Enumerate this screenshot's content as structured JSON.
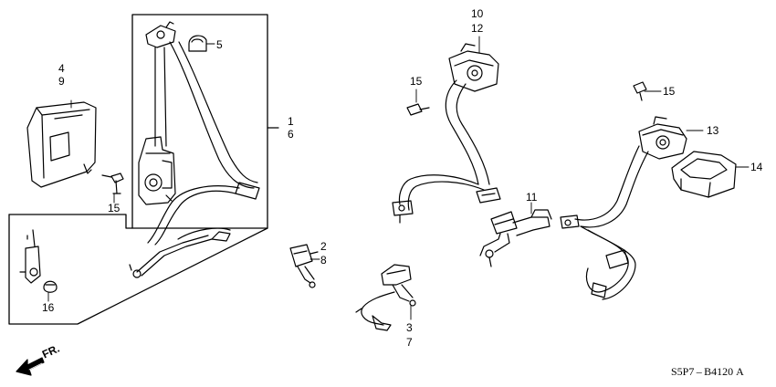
{
  "diagram_code": "S5P7 – B4120 A",
  "direction_label": "FR.",
  "callouts": [
    {
      "id": "c1",
      "text": "1"
    },
    {
      "id": "c6",
      "text": "6"
    },
    {
      "id": "c4",
      "text": "4"
    },
    {
      "id": "c9",
      "text": "9"
    },
    {
      "id": "c5",
      "text": "5"
    },
    {
      "id": "c15a",
      "text": "15"
    },
    {
      "id": "c16",
      "text": "16"
    },
    {
      "id": "c2",
      "text": "2"
    },
    {
      "id": "c8",
      "text": "8"
    },
    {
      "id": "c3",
      "text": "3"
    },
    {
      "id": "c7",
      "text": "7"
    },
    {
      "id": "c10",
      "text": "10"
    },
    {
      "id": "c12",
      "text": "12"
    },
    {
      "id": "c15b",
      "text": "15"
    },
    {
      "id": "c11",
      "text": "11"
    },
    {
      "id": "c13",
      "text": "13"
    },
    {
      "id": "c14",
      "text": "14"
    },
    {
      "id": "c15c",
      "text": "15"
    }
  ],
  "parts": [
    "front-seat-belt-assembly",
    "trim-cover",
    "anchor-cap",
    "buckle-front-left",
    "buckle-front-right",
    "rear-center-seat-belt",
    "rear-buckle",
    "rear-outer-seat-belt",
    "retractor-cover",
    "flange-bolt",
    "height-adjuster-detail",
    "cap"
  ]
}
